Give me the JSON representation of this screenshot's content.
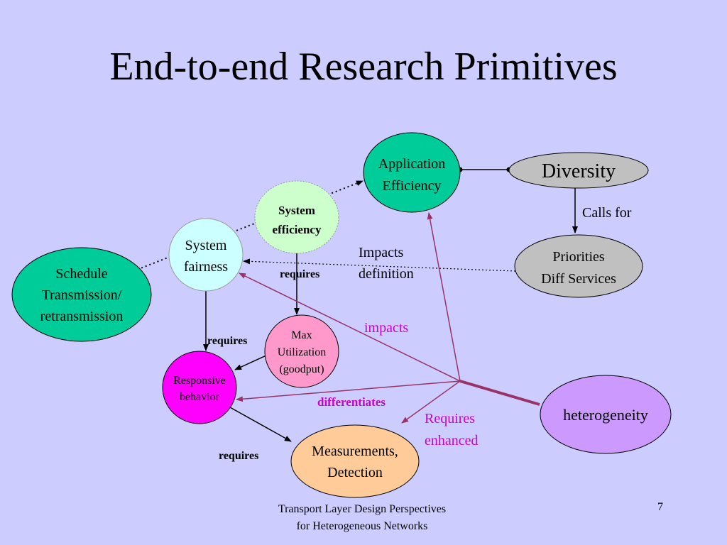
{
  "title": "End-to-end Research Primitives",
  "nodes": {
    "application_efficiency": [
      "Application",
      "Efficiency"
    ],
    "diversity": "Diversity",
    "system_efficiency": [
      "System",
      "efficiency"
    ],
    "system_fairness": [
      "System",
      "fairness"
    ],
    "schedule": [
      "Schedule",
      "Transmission/",
      "retransmission"
    ],
    "priorities": [
      "Priorities",
      "Diff Services"
    ],
    "max_utilization": [
      "Max",
      "Utilization",
      "(goodput)"
    ],
    "responsive": [
      "Responsive",
      "behavior"
    ],
    "measurements": [
      "Measurements,",
      "Detection"
    ],
    "heterogeneity": "heterogeneity"
  },
  "edge_labels": {
    "calls_for": "Calls for",
    "impacts_definition": [
      "Impacts",
      "definition"
    ],
    "requires_1": "requires",
    "requires_2": "requires",
    "requires_3": "requires",
    "impacts": "impacts",
    "differentiates": "differentiates",
    "requires_enhanced": [
      "Requires",
      "enhanced"
    ]
  },
  "footer": [
    "Transport Layer Design Perspectives",
    "for Heterogeneous Networks"
  ],
  "page_number": "7",
  "colors": {
    "background": "#ccccff",
    "teal": "#00cc99",
    "gray": "#c0c0c0",
    "light_green": "#ccffcc",
    "light_cyan": "#ccffff",
    "pink": "#ff99cc",
    "magenta": "#ff00ff",
    "orange": "#ffcc99",
    "violet": "#cc99ff",
    "link_purple": "#993366",
    "label_magenta": "#cc00cc"
  }
}
